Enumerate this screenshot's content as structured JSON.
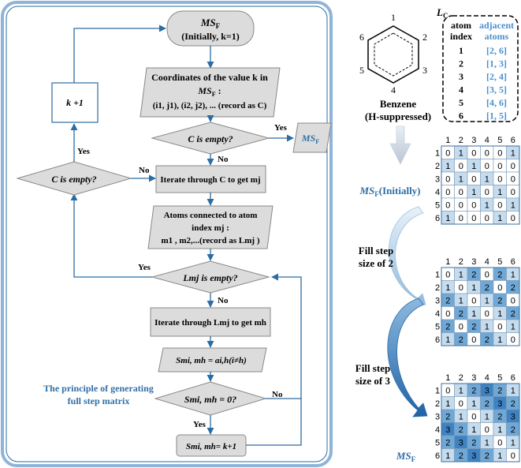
{
  "flowchart": {
    "start": {
      "title": "MS",
      "sub": "F",
      "initial": "(Initially, k=1)"
    },
    "coords": {
      "line1": "Coordinates of the value k in",
      "line2_main": "MS",
      "line2_sub": "F",
      "line2_tail": " :",
      "line3": "(i1, j1), (i2, j2), ... (record as C)"
    },
    "c_empty_right": "C  is empty?",
    "ms_out": {
      "main": "MS",
      "sub": "F"
    },
    "yes1": "Yes",
    "no1": "No",
    "iterate_c": "Iterate through C to get mj",
    "atoms_conn": {
      "line1": "Atoms connected to atom",
      "line2": "index mj :",
      "line3": "m1 , m2,...(record as Lmj )"
    },
    "lm_empty": "Lmj  is empty?",
    "yes_lm": "Yes",
    "no_lm": "No",
    "iterate_lm": "Iterate through Lmj to get mh",
    "assign": "Smi, mh = ai,h(i≠h)",
    "zero_check": "Smi, mh = 0?",
    "no_zero": "No",
    "yes_zero": "Yes",
    "set_k": "Smi, mh= k+1",
    "c_empty_left": "C  is empty?",
    "yes_left": "Yes",
    "no_left": "No",
    "k_plus": "k +1",
    "caption_line1": "The principle of generating",
    "caption_line2": "full step matrix"
  },
  "benzene": {
    "label1": "Benzene",
    "label2": "(H-suppressed)",
    "atom_numbers": [
      "1",
      "2",
      "3",
      "4",
      "5",
      "6"
    ]
  },
  "adjacency": {
    "title_main": "L",
    "title_sub": "C",
    "col1_header": [
      "atom",
      "index"
    ],
    "col2_header": [
      "adjacent",
      "atoms"
    ],
    "rows": [
      [
        "1",
        "[2, 6]"
      ],
      [
        "2",
        "[1, 3]"
      ],
      [
        "3",
        "[2, 4]"
      ],
      [
        "4",
        "[3, 5]"
      ],
      [
        "5",
        "[4, 6]"
      ],
      [
        "6",
        "[1, 5]"
      ]
    ]
  },
  "matrices": {
    "headers": [
      "1",
      "2",
      "3",
      "4",
      "5",
      "6"
    ],
    "m1_label_main": "MS",
    "m1_label_sub": "F",
    "m1_label_tail": "(Initially)",
    "m1": [
      [
        0,
        1,
        0,
        0,
        0,
        1
      ],
      [
        1,
        0,
        1,
        0,
        0,
        0
      ],
      [
        0,
        1,
        0,
        1,
        0,
        0
      ],
      [
        0,
        0,
        1,
        0,
        1,
        0
      ],
      [
        0,
        0,
        0,
        1,
        0,
        1
      ],
      [
        1,
        0,
        0,
        0,
        1,
        0
      ]
    ],
    "m2": [
      [
        0,
        1,
        2,
        0,
        2,
        1
      ],
      [
        1,
        0,
        1,
        2,
        0,
        2
      ],
      [
        2,
        1,
        0,
        1,
        2,
        0
      ],
      [
        0,
        2,
        1,
        0,
        1,
        2
      ],
      [
        2,
        0,
        2,
        1,
        0,
        1
      ],
      [
        1,
        2,
        0,
        2,
        1,
        0
      ]
    ],
    "m3": [
      [
        0,
        1,
        2,
        3,
        2,
        1
      ],
      [
        1,
        0,
        1,
        2,
        3,
        2
      ],
      [
        2,
        1,
        0,
        1,
        2,
        3
      ],
      [
        3,
        2,
        1,
        0,
        1,
        2
      ],
      [
        2,
        3,
        2,
        1,
        0,
        1
      ],
      [
        1,
        2,
        3,
        2,
        1,
        0
      ]
    ],
    "m3_label_main": "MS",
    "m3_label_sub": "F",
    "fill2": [
      "Fill step",
      "size of 2"
    ],
    "fill3": [
      "Fill step",
      "size of 3"
    ],
    "colors": {
      "0": "#ffffff",
      "1": "#c5dcef",
      "2": "#6fa8d6",
      "3": "#3f82c2"
    }
  },
  "colors": {
    "blue_text": "#2f6fa6",
    "box_fill": "#dcdcdc",
    "panel_border": "#2b6ca3",
    "line": "#2b6ca3"
  }
}
